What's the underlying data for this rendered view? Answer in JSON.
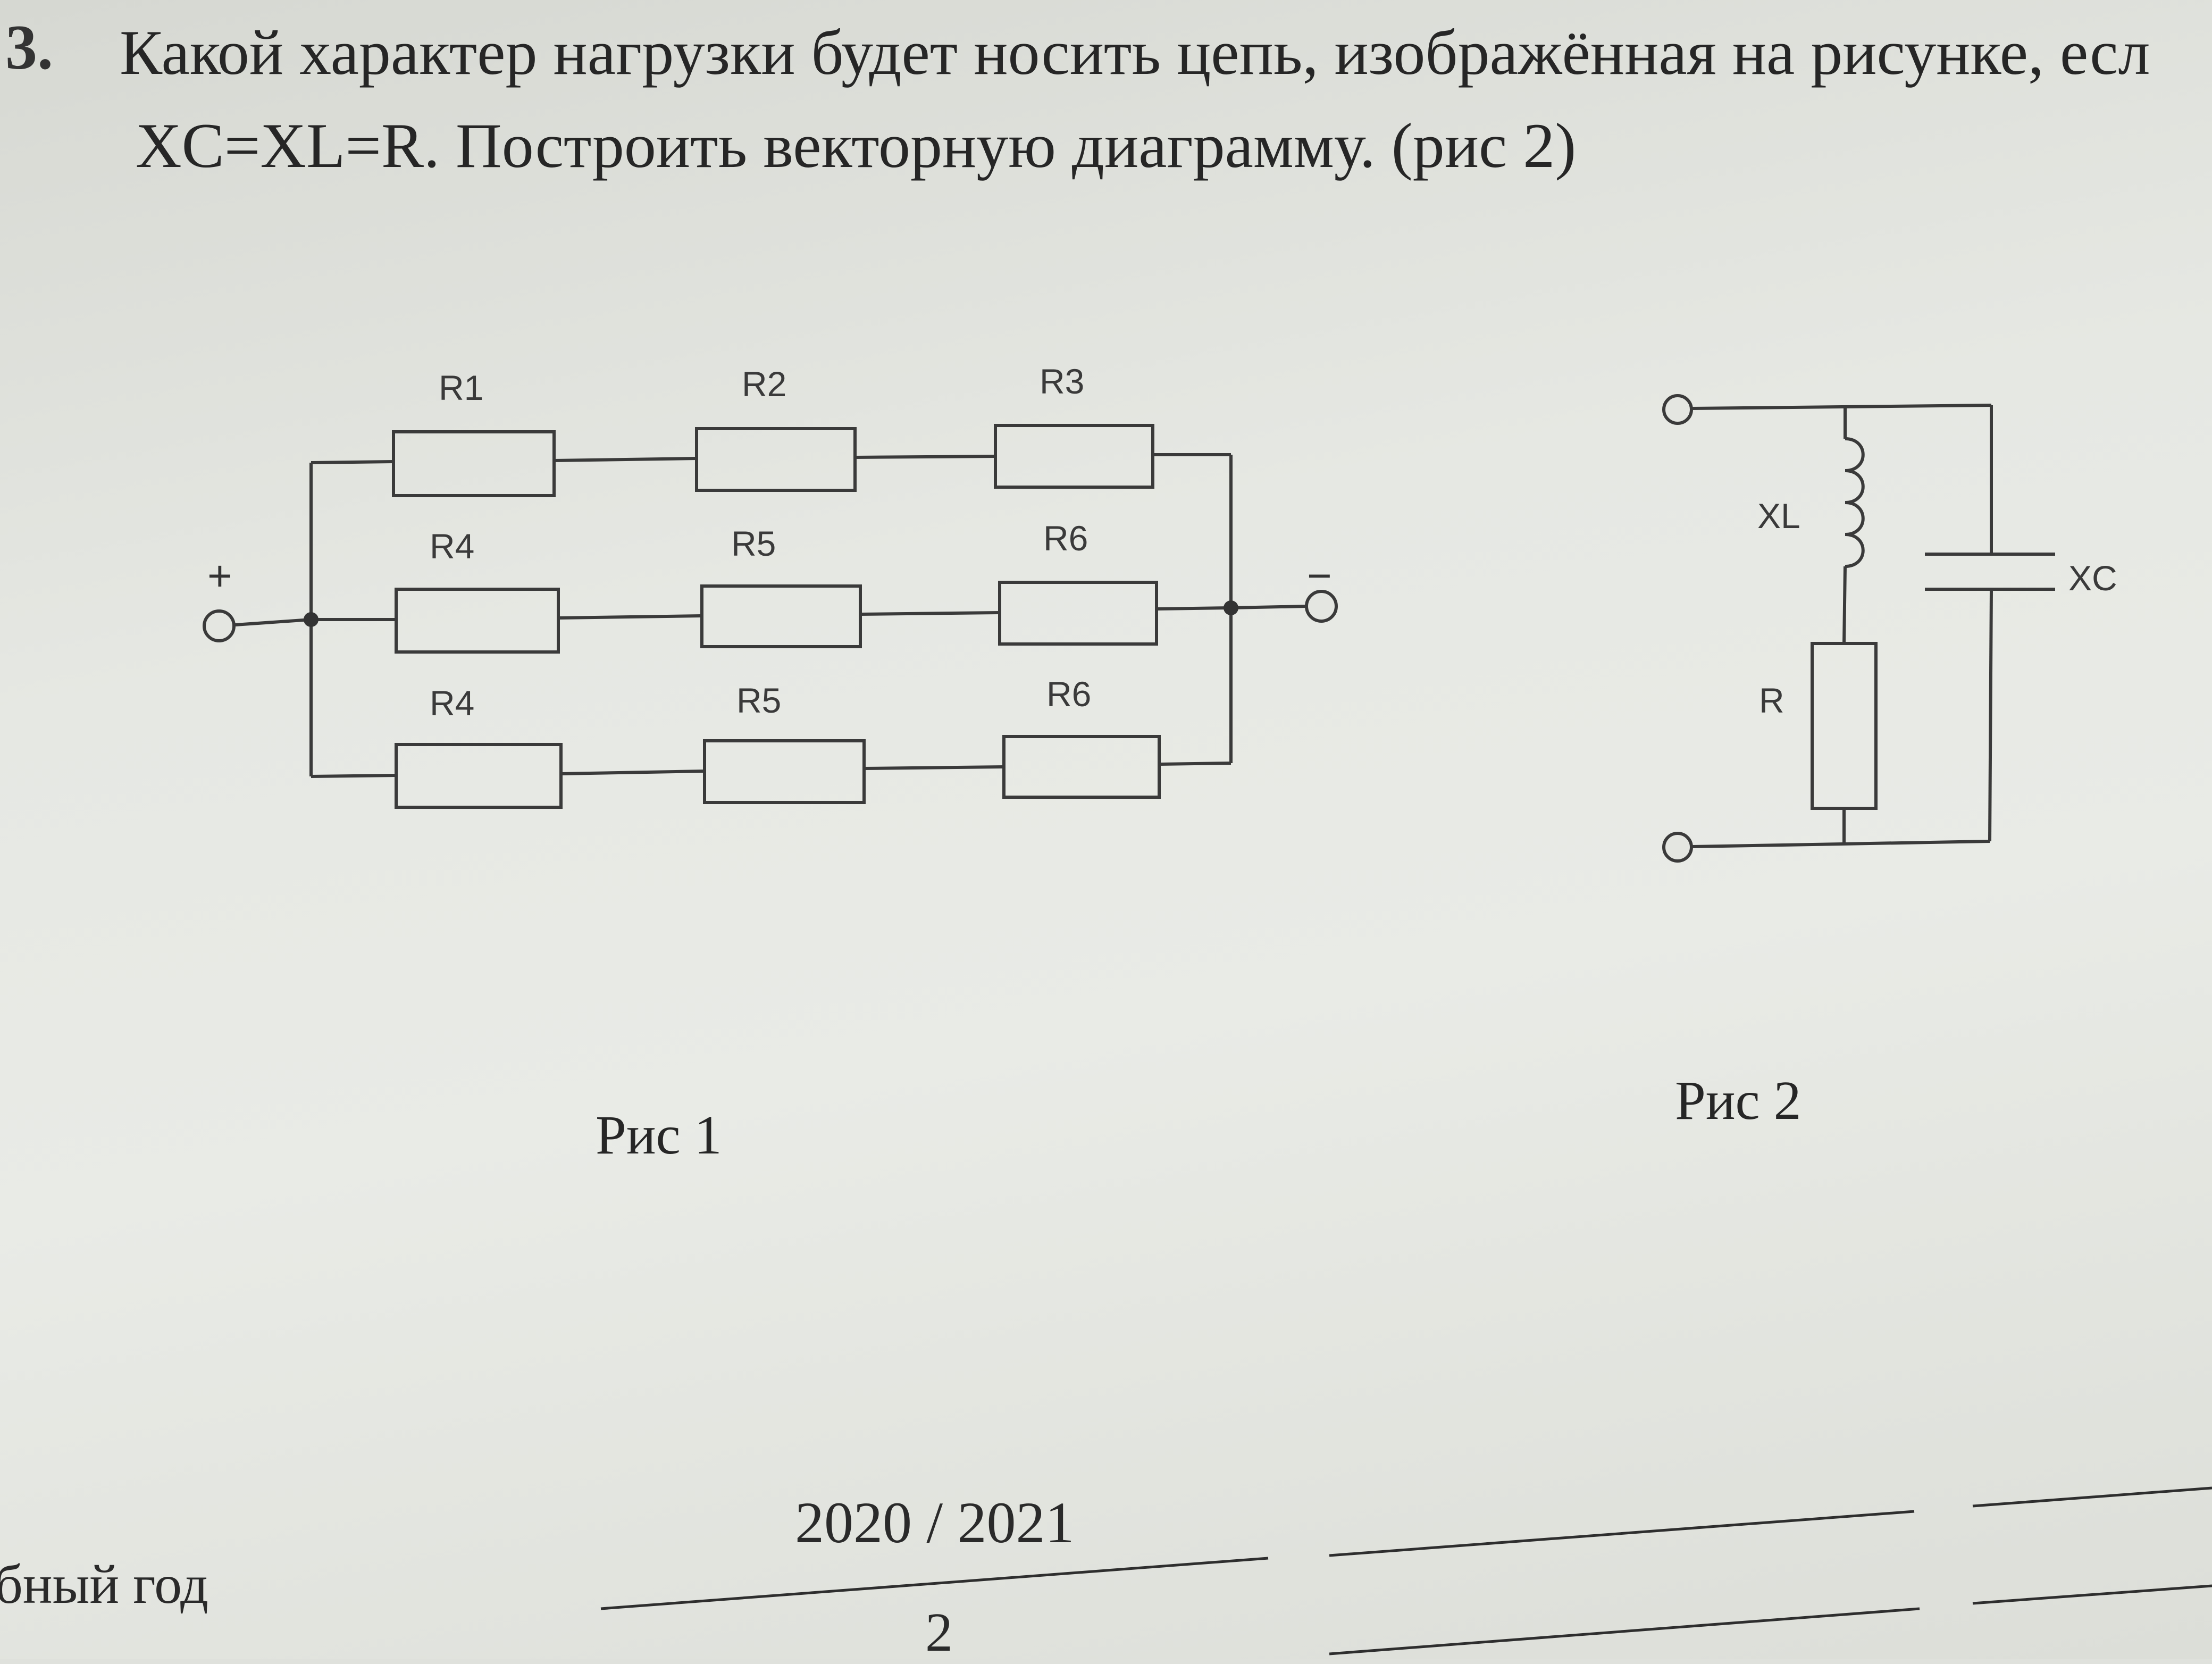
{
  "question": {
    "number": "3.",
    "line1": "Какой характер нагрузки будет носить цепь, изображённая на рисунке, есл",
    "line2": "XC=XL=R. Построить векторную диаграмму. (рис 2)"
  },
  "figure1": {
    "caption": "Рис 1",
    "plus_label": "+",
    "minus_label": "−",
    "row1": [
      "R1",
      "R2",
      "R3"
    ],
    "row2": [
      "R4",
      "R5",
      "R6"
    ],
    "row3": [
      "R4",
      "R5",
      "R6"
    ]
  },
  "figure2": {
    "caption": "Рис 2",
    "inductor_label": "XL",
    "capacitor_label": "XC",
    "resistor_label": "R"
  },
  "footer": {
    "year": "2020 / 2021",
    "page": "2",
    "label": "бный год"
  }
}
